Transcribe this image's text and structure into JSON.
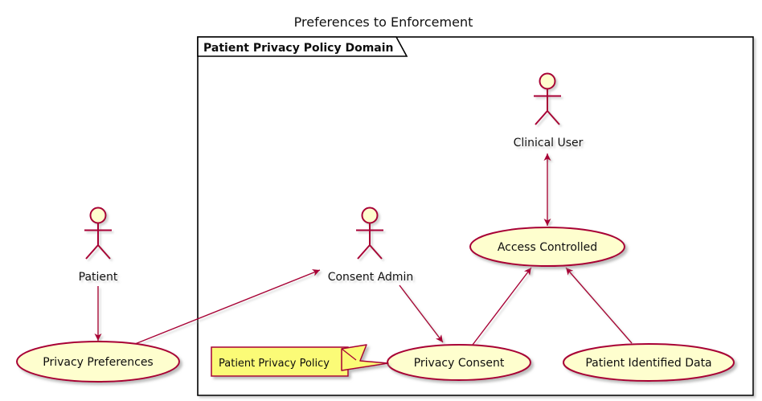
{
  "title": "Preferences to Enforcement",
  "frame": {
    "label": "Patient Privacy Policy Domain"
  },
  "actors": {
    "patient": {
      "label": "Patient"
    },
    "consent_admin": {
      "label": "Consent Admin"
    },
    "clinical_user": {
      "label": "Clinical User"
    }
  },
  "usecases": {
    "privacy_preferences": {
      "label": "Privacy Preferences"
    },
    "privacy_consent": {
      "label": "Privacy Consent"
    },
    "access_controlled": {
      "label": "Access Controlled"
    },
    "patient_identified_data": {
      "label": "Patient Identified Data"
    }
  },
  "note": {
    "text": "Patient Privacy Policy",
    "attached_to": "Privacy Consent"
  },
  "relations": [
    {
      "from": "Patient",
      "to": "Privacy Preferences",
      "type": "arrow"
    },
    {
      "from": "Privacy Preferences",
      "to": "Consent Admin",
      "type": "arrow"
    },
    {
      "from": "Consent Admin",
      "to": "Privacy Consent",
      "type": "arrow"
    },
    {
      "from": "Privacy Consent",
      "to": "Access Controlled",
      "type": "arrow"
    },
    {
      "from": "Patient Identified Data",
      "to": "Access Controlled",
      "type": "arrow"
    },
    {
      "from": "Clinical User",
      "to": "Access Controlled",
      "type": "double-arrow"
    }
  ],
  "colors": {
    "shape_stroke": "#A80036",
    "shape_fill": "#FEFECE",
    "note_fill": "#FBFB77",
    "frame_stroke": "#000000",
    "background": "#FFFFFF"
  }
}
